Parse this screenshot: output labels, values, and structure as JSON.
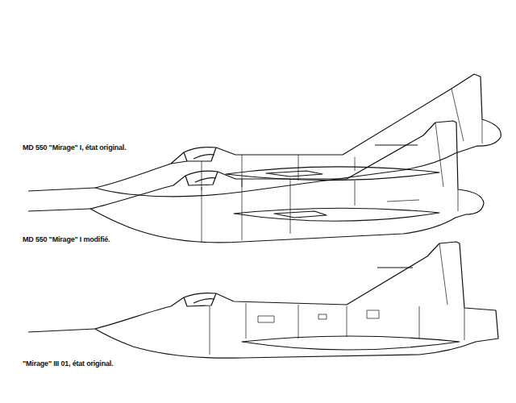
{
  "diagram": {
    "labels": [
      "MD 550 \"Mirage\" I, état original.",
      "MD 550 \"Mirage\" I modifié.",
      "\"Mirage\" III 01, état original."
    ]
  }
}
